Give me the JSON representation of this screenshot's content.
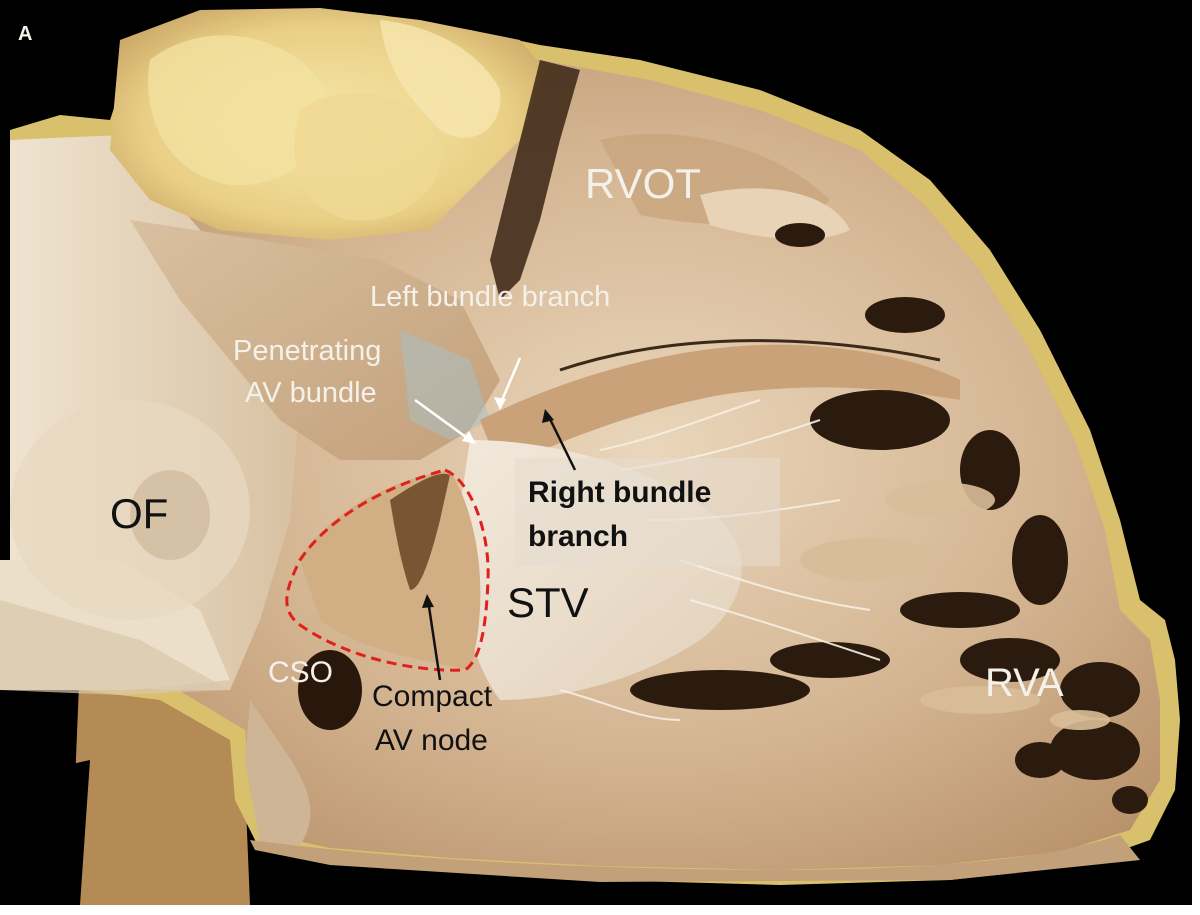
{
  "panel_letter": "A",
  "labels": {
    "rvot": "RVOT",
    "left_bundle_branch": "Left bundle branch",
    "penetrating_line1": "Penetrating",
    "penetrating_line2": "AV bundle",
    "of": "OF",
    "right_bundle_line1": "Right bundle",
    "right_bundle_line2": "branch",
    "stv": "STV",
    "cso": "CSO",
    "compact_line1": "Compact",
    "compact_line2": "AV node",
    "rva": "RVA"
  },
  "colors": {
    "background": "#000000",
    "tissue_light": "#e6cfb0",
    "tissue_mid": "#c9a882",
    "tissue_shadow": "#6e4a2c",
    "fat": "#f0d98a",
    "epicardium_edge": "#d8c06a",
    "node_outline": "#e0201c",
    "label_white": "#f4f1ea",
    "label_dark": "#111111"
  }
}
